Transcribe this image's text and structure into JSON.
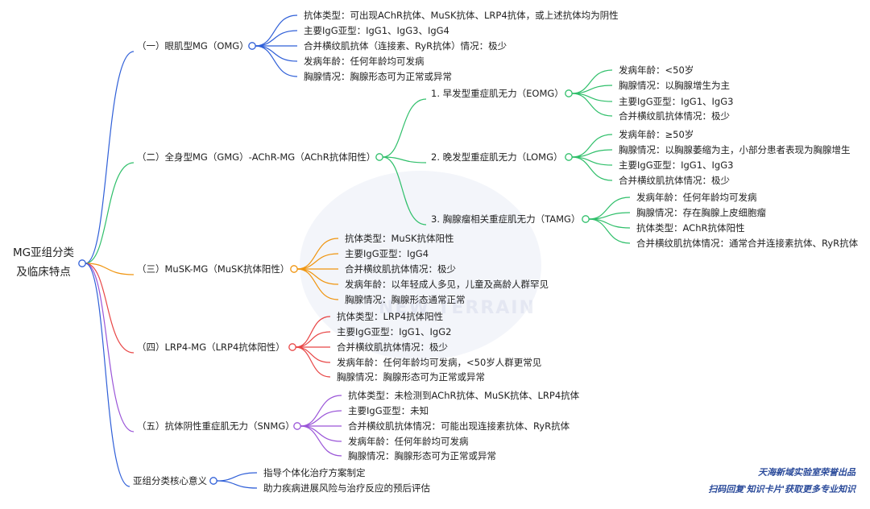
{
  "root": {
    "line1": "MG亚组分类",
    "line2": "及临床特点"
  },
  "colors": {
    "blue": "#2f5fd8",
    "green": "#2fbf6a",
    "orange": "#f0950f",
    "red": "#e84646",
    "purple": "#9a55d8"
  },
  "branches": [
    {
      "label": "（一）眼肌型MG（OMG）",
      "color": "blue",
      "leaves": [
        "抗体类型：可出现AChR抗体、MuSK抗体、LRP4抗体，或上述抗体均为阴性",
        "主要IgG亚型：IgG1、IgG3、IgG4",
        "合并横纹肌抗体（连接素、RyR抗体）情况：极少",
        "发病年龄：任何年龄均可发病",
        "胸腺情况：胸腺形态可为正常或异常"
      ]
    },
    {
      "label": "（二）全身型MG（GMG）-AChR-MG（AChR抗体阳性）",
      "color": "green",
      "subs": [
        {
          "label": "1. 早发型重症肌无力（EOMG）",
          "leaves": [
            "发病年龄：<50岁",
            "胸腺情况：以胸腺增生为主",
            "主要IgG亚型：IgG1、IgG3",
            "合并横纹肌抗体情况：极少"
          ]
        },
        {
          "label": "2. 晚发型重症肌无力（LOMG）",
          "leaves": [
            "发病年龄：≥50岁",
            "胸腺情况：以胸腺萎缩为主，小部分患者表现为胸腺增生",
            "主要IgG亚型：IgG1、IgG3",
            "合并横纹肌抗体情况：极少"
          ]
        },
        {
          "label": "3. 胸腺瘤相关重症肌无力（TAMG）",
          "leaves": [
            "发病年龄：任何年龄均可发病",
            "胸腺情况：存在胸腺上皮细胞瘤",
            "抗体类型：AChR抗体阳性",
            "合并横纹肌抗体情况：通常合并连接素抗体、RyR抗体"
          ]
        }
      ]
    },
    {
      "label": "（三）MuSK-MG（MuSK抗体阳性）",
      "color": "orange",
      "leaves": [
        "抗体类型：MuSK抗体阳性",
        "主要IgG亚型：IgG4",
        "合并横纹肌抗体情况：极少",
        "发病年龄：以年轻成人多见，儿童及高龄人群罕见",
        "胸腺情况：胸腺形态通常正常"
      ]
    },
    {
      "label": "（四）LRP4-MG（LRP4抗体阳性）",
      "color": "red",
      "leaves": [
        "抗体类型：LRP4抗体阳性",
        "主要IgG亚型：IgG1、IgG2",
        "合并横纹肌抗体情况：极少",
        "发病年龄：任何年龄均可发病，<50岁人群更常见",
        "胸腺情况：胸腺形态可为正常或异常"
      ]
    },
    {
      "label": "（五）抗体阴性重症肌无力（SNMG）",
      "color": "purple",
      "leaves": [
        "抗体类型：未检测到AChR抗体、MuSK抗体、LRP4抗体",
        "主要IgG亚型：未知",
        "合并横纹肌抗体情况：可能出现连接素抗体、RyR抗体",
        "发病年龄：任何年龄均可发病",
        "胸腺情况：胸腺形态可为正常或异常"
      ]
    },
    {
      "label": "亚组分类核心意义",
      "color": "blue",
      "leaves": [
        "指导个体化治疗方案制定",
        "助力疾病进展风险与治疗反应的预后评估"
      ]
    }
  ],
  "watermark": {
    "text": "NEW TERRAIN"
  },
  "credits": {
    "line1": "天海新域实验室荣誉出品",
    "line2": "扫码回复'知识卡片'获取更多专业知识"
  }
}
